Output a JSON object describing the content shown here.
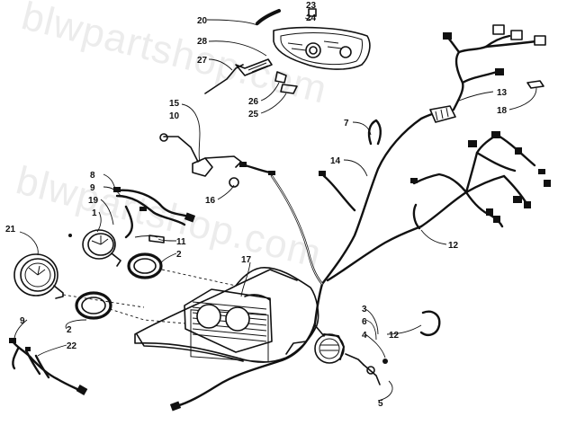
{
  "watermark": "blwpartshop.com",
  "callouts": {
    "c1": "1",
    "c2a": "2",
    "c2b": "2",
    "c3": "3",
    "c4": "4",
    "c5": "5",
    "c6": "6",
    "c7": "7",
    "c8": "8",
    "c9a": "9",
    "c9b": "9",
    "c10": "10",
    "c11": "11",
    "c12a": "12",
    "c12b": "12",
    "c13": "13",
    "c14": "14",
    "c15": "15",
    "c16": "16",
    "c17": "17",
    "c18": "18",
    "c19": "19",
    "c20": "20",
    "c21": "21",
    "c22": "22",
    "c23": "23",
    "c24": "24",
    "c25": "25",
    "c26": "26",
    "c27": "27",
    "c28": "28"
  }
}
